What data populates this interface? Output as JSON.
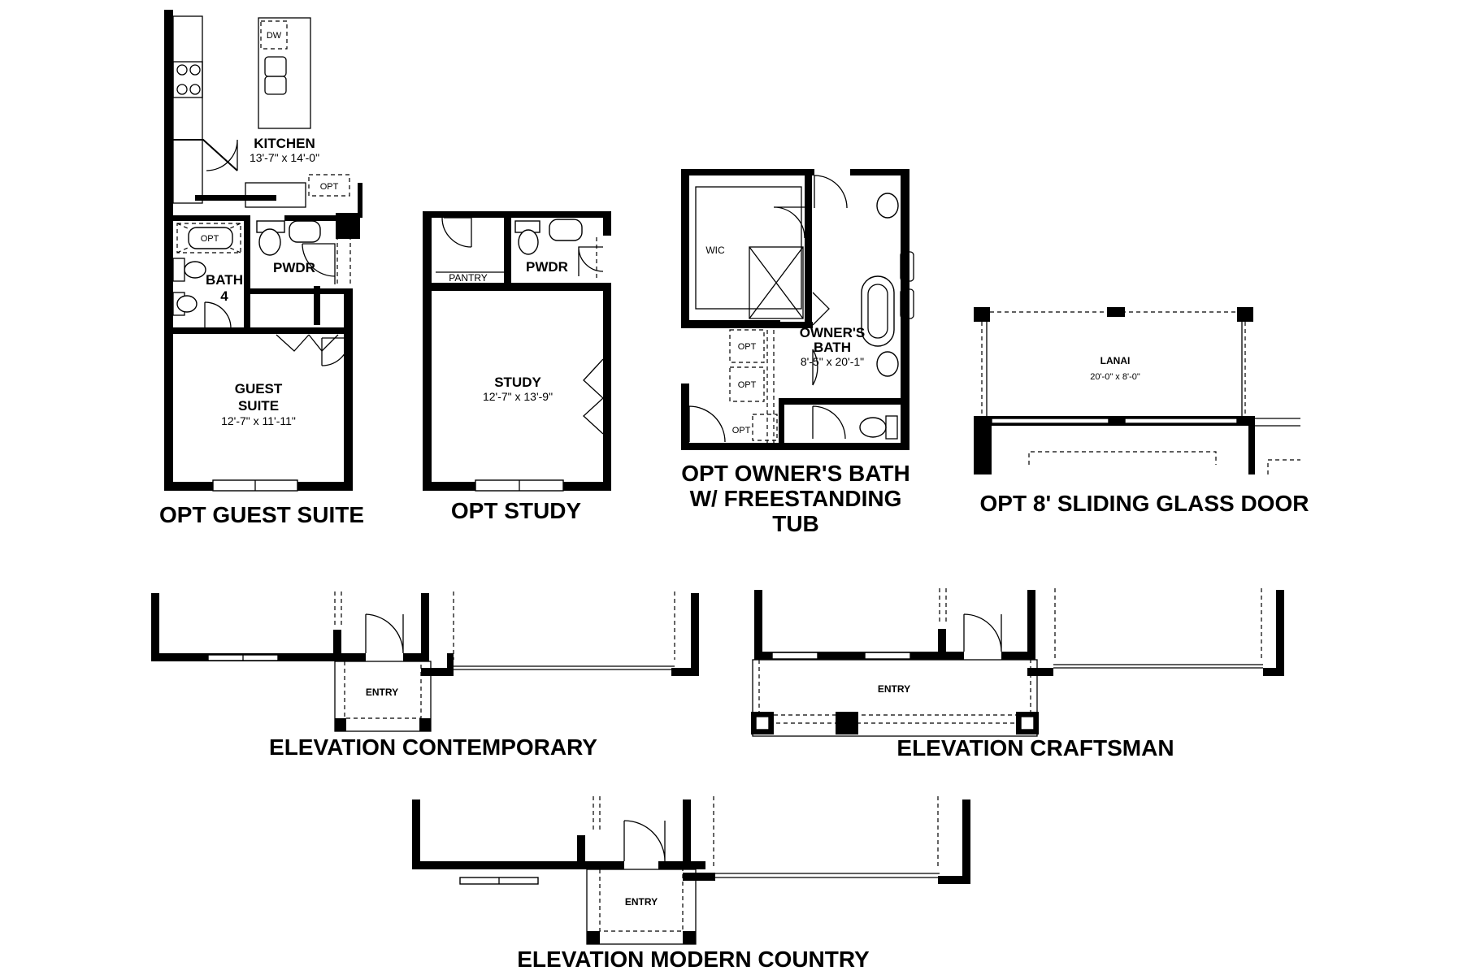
{
  "plans": {
    "guest_suite": {
      "title": "OPT GUEST SUITE",
      "kitchen_label": "KITCHEN",
      "kitchen_dim": "13'-7\" x 14'-0\"",
      "dw_label": "DW",
      "opt_label": "OPT",
      "tub_opt_label": "OPT",
      "pwdr_label": "PWDR",
      "bath_label": "BATH",
      "bath_number": "4",
      "suite_label_1": "GUEST",
      "suite_label_2": "SUITE",
      "suite_dim": "12'-7\" x 11'-11\""
    },
    "study": {
      "title": "OPT STUDY",
      "pantry_label": "PANTRY",
      "pwdr_label": "PWDR",
      "study_label": "STUDY",
      "study_dim": "12'-7\" x 13'-9\""
    },
    "owners_bath": {
      "title_1": "OPT OWNER'S BATH",
      "title_2": "W/ FREESTANDING",
      "title_3": "TUB",
      "wic_label": "WIC",
      "bath_label_1": "OWNER'S",
      "bath_label_2": "BATH",
      "bath_dim": "8'-5\" x 20'-1\"",
      "opt_1": "OPT",
      "opt_2": "OPT",
      "opt_3": "OPT"
    },
    "sliding_door": {
      "title": "OPT 8' SLIDING GLASS DOOR",
      "lanai_label": "LANAI",
      "lanai_dim": "20'-0\" x 8'-0\""
    }
  },
  "elevations": {
    "contemporary": {
      "title": "ELEVATION CONTEMPORARY",
      "entry_label": "ENTRY"
    },
    "craftsman": {
      "title": "ELEVATION CRAFTSMAN",
      "entry_label": "ENTRY"
    },
    "modern_country": {
      "title": "ELEVATION MODERN COUNTRY",
      "entry_label": "ENTRY"
    }
  }
}
